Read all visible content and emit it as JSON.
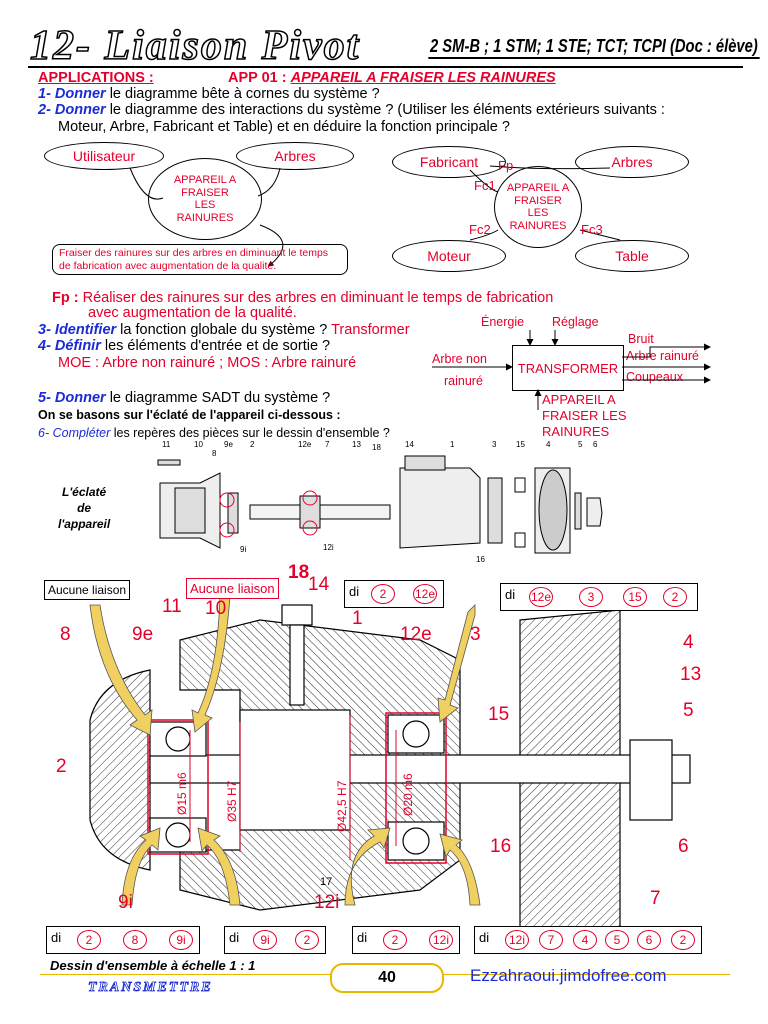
{
  "header": {
    "title": "12- Liaison Pivot",
    "classes": "2 SM-B ; 1 STM; 1 STE; TCT; TCPI (Doc : élève)"
  },
  "applications": {
    "label": "APPLICATIONS :",
    "app_id": "APP 01 :",
    "app_title": "APPAREIL A FRAISER LES RAINURES"
  },
  "questions": {
    "q1_num": "1- Donner",
    "q1_text": " le diagramme bête à cornes du système ?",
    "q2_num": "2- Donner",
    "q2_text": " le diagramme des interactions du système ? (Utiliser les éléments extérieurs suivants :",
    "q2_text2": "Moteur, Arbre, Fabricant et Table) et en déduire la fonction principale ?",
    "q3_num": "3- Identifier",
    "q3_text": " la fonction globale du système ? ",
    "q3_answer": "Transformer",
    "q4_num": "4- Définir",
    "q4_text": " les éléments d'entrée et de sortie ?",
    "q4_answer": "MOE : Arbre non rainuré ; MOS : Arbre rainuré",
    "q5_num": "5- Donner",
    "q5_text": " le diagramme SADT du système ?",
    "basons": "On se basons sur l'éclaté de l'appareil ci-dessous :",
    "q6_num": "6- Compléter",
    "q6_text": " les repères des pièces sur le dessin d'ensemble ?"
  },
  "bete_a_cornes": {
    "utilisateur": "Utilisateur",
    "arbres": "Arbres",
    "system": [
      "APPAREIL A",
      "FRAISER",
      "LES",
      "RAINURES"
    ],
    "function": "Fraiser des rainures sur des arbres en diminuant le temps de fabrication avec augmentation de la qualité."
  },
  "interactions": {
    "fabricant": "Fabricant",
    "arbres": "Arbres",
    "moteur": "Moteur",
    "table": "Table",
    "system": [
      "APPAREIL A",
      "FRAISER",
      "LES",
      "RAINURES"
    ],
    "fp": "Fp",
    "fc1": "Fc1",
    "fc2": "Fc2",
    "fc3": "Fc3"
  },
  "fp_answer": {
    "label": "Fp :",
    "text1": "Réaliser des rainures sur des arbres en diminuant le temps de fabrication",
    "text2": "avec augmentation de la qualité."
  },
  "sadt": {
    "energie": "Énergie",
    "reglage": "Réglage",
    "input": [
      "Arbre non",
      "rainuré"
    ],
    "box": "TRANSFORMER",
    "bruit": "Bruit",
    "output": "Arbre rainuré",
    "copeaux": "Coupeaux",
    "support": [
      "APPAREIL A",
      "FRAISER LES",
      "RAINURES"
    ]
  },
  "eclate": {
    "caption": [
      "L'éclaté",
      "de",
      "l'appareil"
    ],
    "labels": [
      "11",
      "10",
      "8",
      "9e",
      "2",
      "12e",
      "7",
      "13",
      "18",
      "14",
      "1",
      "3",
      "15",
      "4",
      "5",
      "6",
      "9i",
      "12i",
      "16"
    ]
  },
  "ensemble": {
    "callout_left": "Aucune liaison",
    "callout_mid": "Aucune liaison",
    "nums": {
      "n18": "18",
      "n14": "14",
      "n11": "11",
      "n10": "10",
      "n8": "8",
      "n9e": "9e",
      "n1": "1",
      "n12e": "12e",
      "n3": "3",
      "n4": "4",
      "n13": "13",
      "n5": "5",
      "n15": "15",
      "n2": "2",
      "n16": "16",
      "n6": "6",
      "n9i": "9i",
      "n12i": "12i",
      "n7": "7",
      "n17": "17"
    },
    "dims": [
      "Ø15 m6",
      "Ø35 H7",
      "Ø42,5 H7",
      "Ø20 m6"
    ],
    "chain_top1": {
      "di": "di",
      "nodes": [
        "2",
        "12e"
      ]
    },
    "chain_top2": {
      "di": "di",
      "nodes": [
        "12e",
        "3",
        "15",
        "2"
      ]
    },
    "chain_b1": {
      "di": "di",
      "nodes": [
        "2",
        "8",
        "9i"
      ]
    },
    "chain_b2": {
      "di": "di",
      "nodes": [
        "9i",
        "2"
      ]
    },
    "chain_b3": {
      "di": "di",
      "nodes": [
        "2",
        "12i"
      ]
    },
    "chain_b4": {
      "di": "di",
      "nodes": [
        "12i",
        "7",
        "4",
        "5",
        "6",
        "2"
      ]
    }
  },
  "footer": {
    "caption": "Dessin d'ensemble à échelle 1 : 1",
    "page": "40",
    "link": "Ezzahraoui.jimdofree.com",
    "brand": "TRANSMETTRE"
  },
  "colors": {
    "red": "#e4002b",
    "blue": "#1a2bd6",
    "yellow": "#f0d060"
  }
}
